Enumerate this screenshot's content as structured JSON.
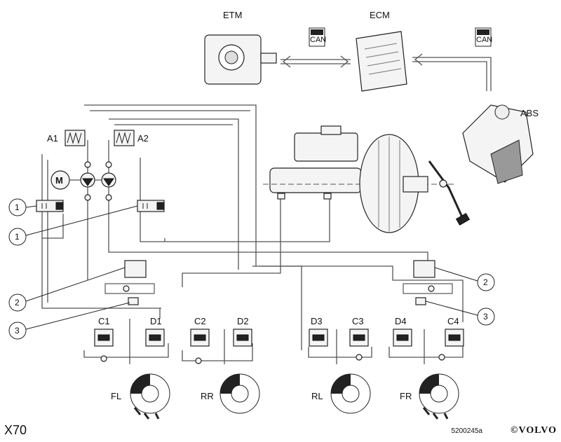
{
  "modules": {
    "etm": "ETM",
    "ecm": "ECM",
    "abs": "ABS"
  },
  "can_tags": [
    "CAN",
    "CAN"
  ],
  "accumulators": {
    "a1": "A1",
    "a2": "A2"
  },
  "motor": "M",
  "callouts": [
    "1",
    "1",
    "2",
    "3",
    "2",
    "3"
  ],
  "valves": [
    "C1",
    "D1",
    "C2",
    "D2",
    "D3",
    "C3",
    "D4",
    "C4"
  ],
  "wheels": [
    "FL",
    "RR",
    "RL",
    "FR"
  ],
  "footer": {
    "model_code": "X70",
    "ref_code": "5200245a",
    "brand": "©VOLVO"
  }
}
